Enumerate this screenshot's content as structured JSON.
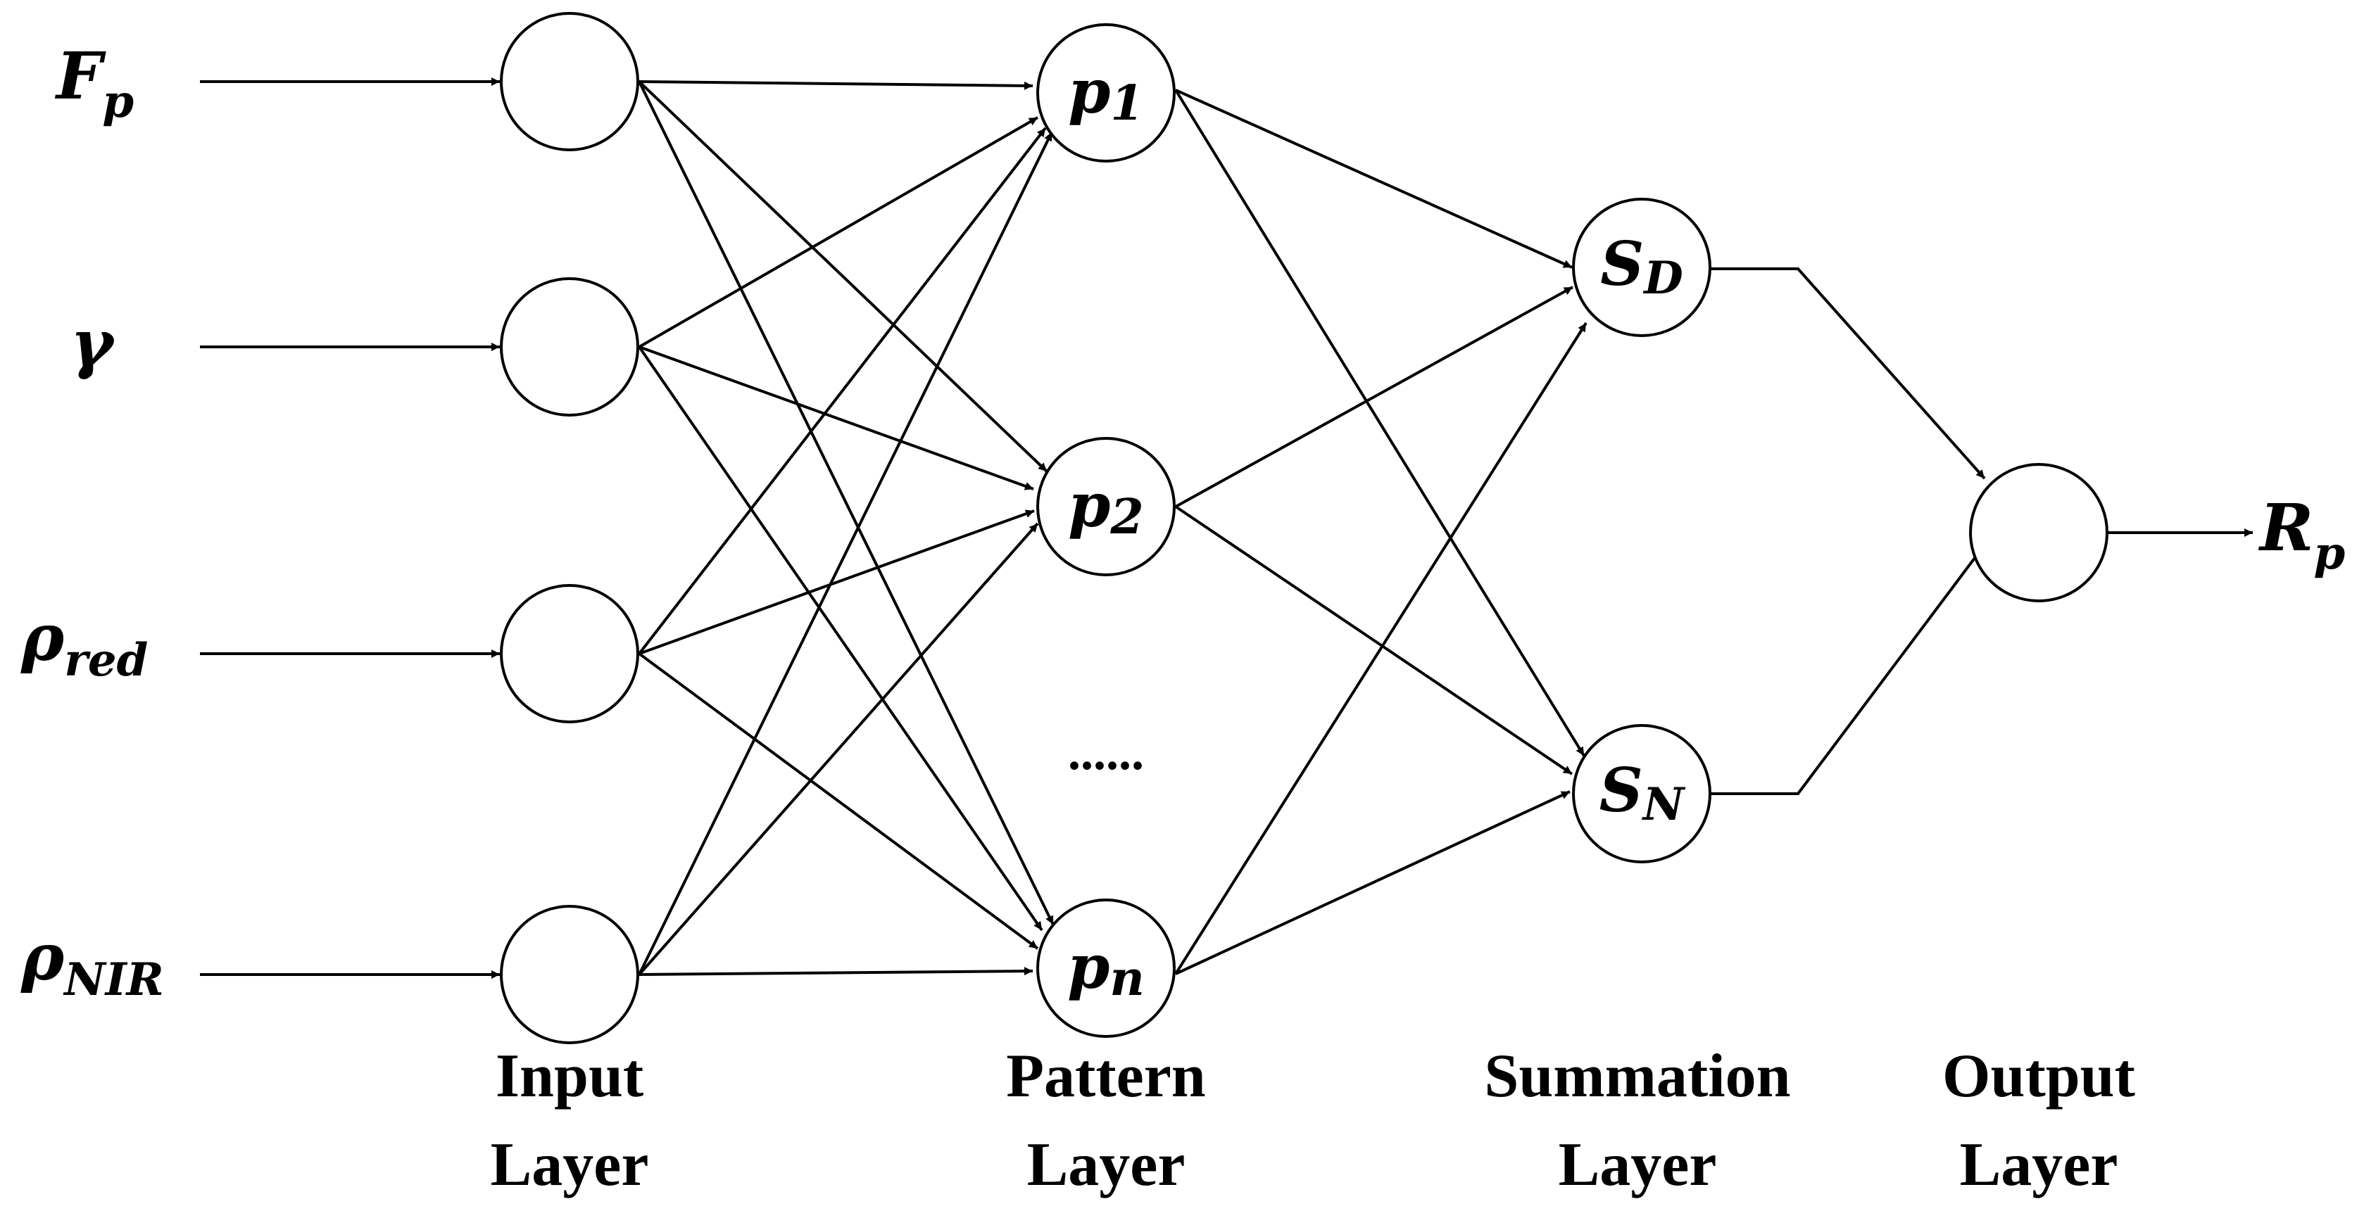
{
  "inputs": [
    {
      "main": "F",
      "sub": "p"
    },
    {
      "main": "γ",
      "sub": ""
    },
    {
      "main": "ρ",
      "sub": "red"
    },
    {
      "main": "ρ",
      "sub": "NIR"
    }
  ],
  "pattern_nodes": [
    {
      "main": "p",
      "sub": "1"
    },
    {
      "main": "p",
      "sub": "2"
    },
    {
      "main": "p",
      "sub": "n"
    }
  ],
  "ellipsis": "......",
  "summation_nodes": [
    {
      "main": "S",
      "sub": "D"
    },
    {
      "main": "S",
      "sub": "N"
    }
  ],
  "output": {
    "main": "R",
    "sub": "p"
  },
  "layers": {
    "input": [
      "Input",
      "Layer"
    ],
    "pattern": [
      "Pattern",
      "Layer"
    ],
    "summation": [
      "Summation",
      "Layer"
    ],
    "output": [
      "Output",
      "Layer"
    ]
  }
}
